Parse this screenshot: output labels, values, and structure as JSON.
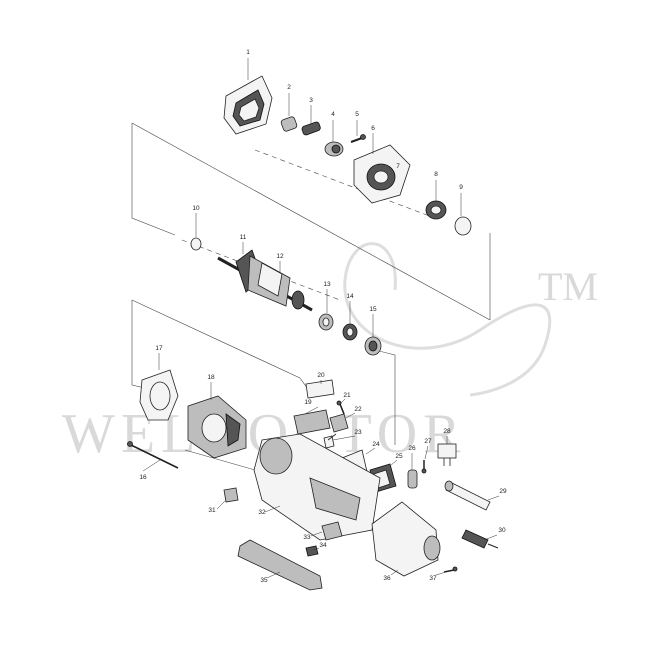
{
  "watermark": {
    "brand": "WELDOCTOR",
    "trademark": "TM"
  },
  "parts": [
    {
      "num": "1"
    },
    {
      "num": "2"
    },
    {
      "num": "3"
    },
    {
      "num": "4"
    },
    {
      "num": "5"
    },
    {
      "num": "6"
    },
    {
      "num": "7"
    },
    {
      "num": "8"
    },
    {
      "num": "9"
    },
    {
      "num": "10"
    },
    {
      "num": "11"
    },
    {
      "num": "12"
    },
    {
      "num": "13"
    },
    {
      "num": "14"
    },
    {
      "num": "15"
    },
    {
      "num": "16"
    },
    {
      "num": "17"
    },
    {
      "num": "18"
    },
    {
      "num": "19"
    },
    {
      "num": "20"
    },
    {
      "num": "21"
    },
    {
      "num": "22"
    },
    {
      "num": "23"
    },
    {
      "num": "24"
    },
    {
      "num": "25"
    },
    {
      "num": "26"
    },
    {
      "num": "27"
    },
    {
      "num": "28"
    },
    {
      "num": "29"
    },
    {
      "num": "30"
    },
    {
      "num": "31"
    },
    {
      "num": "32"
    },
    {
      "num": "33"
    },
    {
      "num": "34"
    },
    {
      "num": "35"
    },
    {
      "num": "36"
    },
    {
      "num": "37"
    }
  ]
}
